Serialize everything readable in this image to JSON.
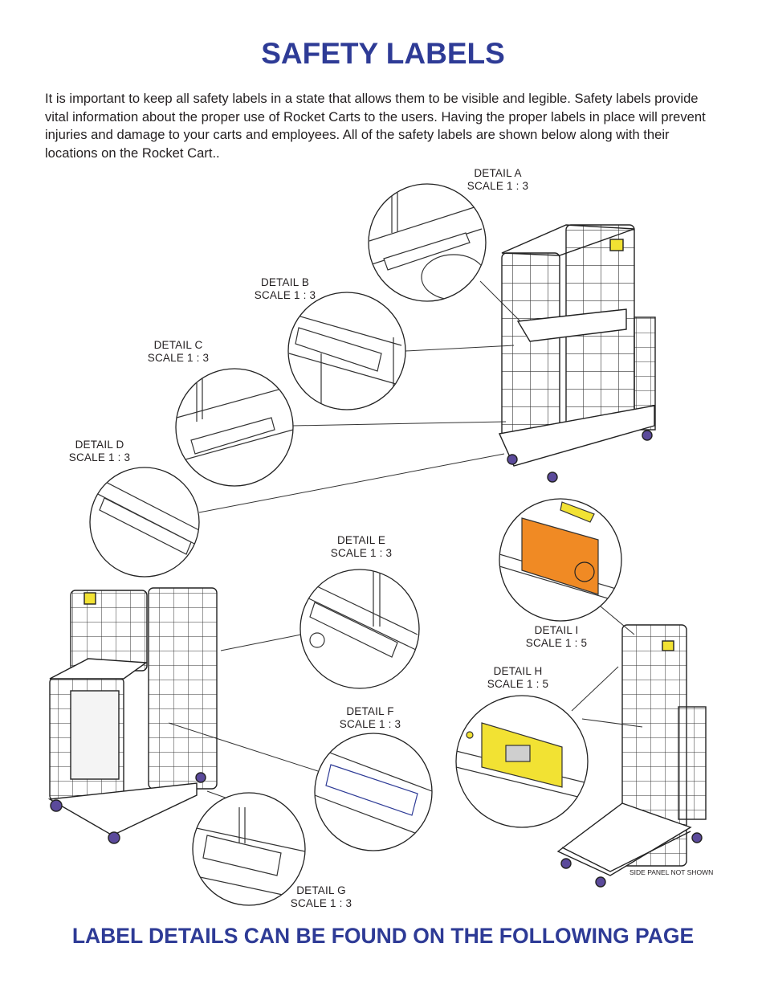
{
  "page": {
    "title": "SAFETY LABELS",
    "intro": "It is important to keep all safety labels in a state that allows them to be visible and legible.  Safety labels provide vital information about the proper use of Rocket Carts to the users.  Having the proper labels in place will prevent injuries and damage to your carts and employees. All of the safety labels are shown below along with their locations on the Rocket Cart..",
    "footer": "LABEL DETAILS CAN BE FOUND ON THE FOLLOWING PAGE",
    "side_panel_note": "SIDE PANEL NOT SHOWN"
  },
  "details": [
    {
      "name": "DETAIL A",
      "scale": "SCALE 1 : 3"
    },
    {
      "name": "DETAIL B",
      "scale": "SCALE 1 : 3"
    },
    {
      "name": "DETAIL C",
      "scale": "SCALE 1 : 3"
    },
    {
      "name": "DETAIL D",
      "scale": "SCALE 1 : 3"
    },
    {
      "name": "DETAIL E",
      "scale": "SCALE 1 : 3"
    },
    {
      "name": "DETAIL F",
      "scale": "SCALE 1 : 3"
    },
    {
      "name": "DETAIL G",
      "scale": "SCALE 1 : 3"
    },
    {
      "name": "DETAIL H",
      "scale": "SCALE 1 : 5"
    },
    {
      "name": "DETAIL I",
      "scale": "SCALE 1 : 5"
    }
  ],
  "colors": {
    "heading": "#2e3b96",
    "label_orange": "#f08a24",
    "label_yellow": "#f2e233",
    "wheel_purple": "#5b4a9b"
  }
}
